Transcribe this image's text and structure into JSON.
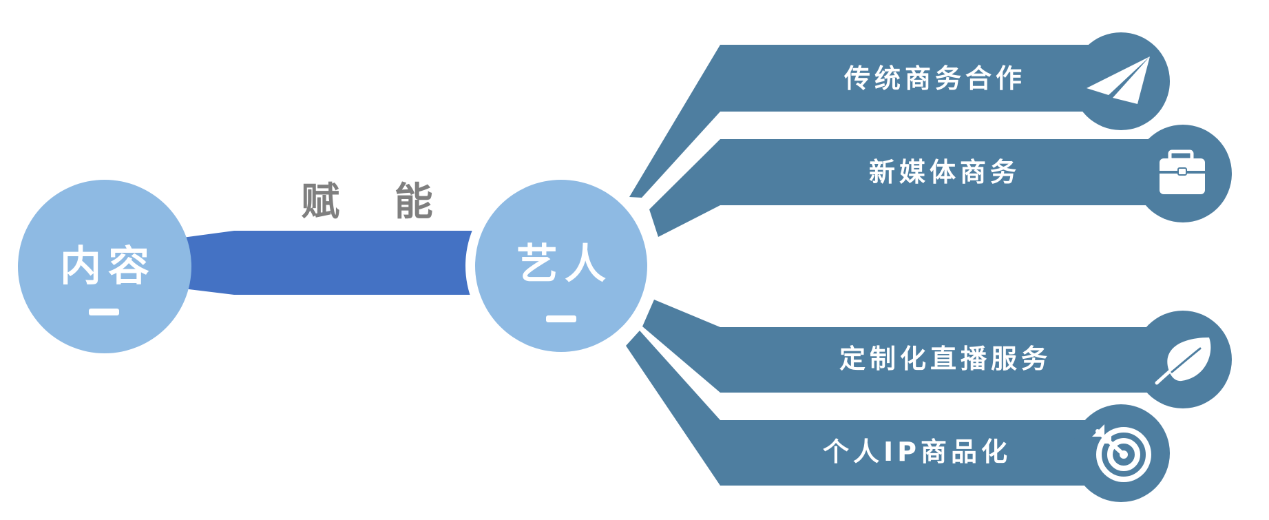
{
  "colors": {
    "node_fill": "#8ebae3",
    "connector_fill": "#4472c4",
    "branch_fill": "#4e7ea0",
    "connector_label": "#7f7f7f",
    "text_on_dark": "#ffffff"
  },
  "nodes": {
    "left": {
      "label": "内容"
    },
    "center": {
      "label": "艺人"
    }
  },
  "connector": {
    "label": "赋 能"
  },
  "branches": [
    {
      "label": "传统商务合作",
      "icon": "paper-plane-icon"
    },
    {
      "label": "新媒体商务",
      "icon": "briefcase-icon"
    },
    {
      "label": "定制化直播服务",
      "icon": "leaf-icon"
    },
    {
      "label": "个人IP商品化",
      "icon": "target-icon"
    }
  ]
}
